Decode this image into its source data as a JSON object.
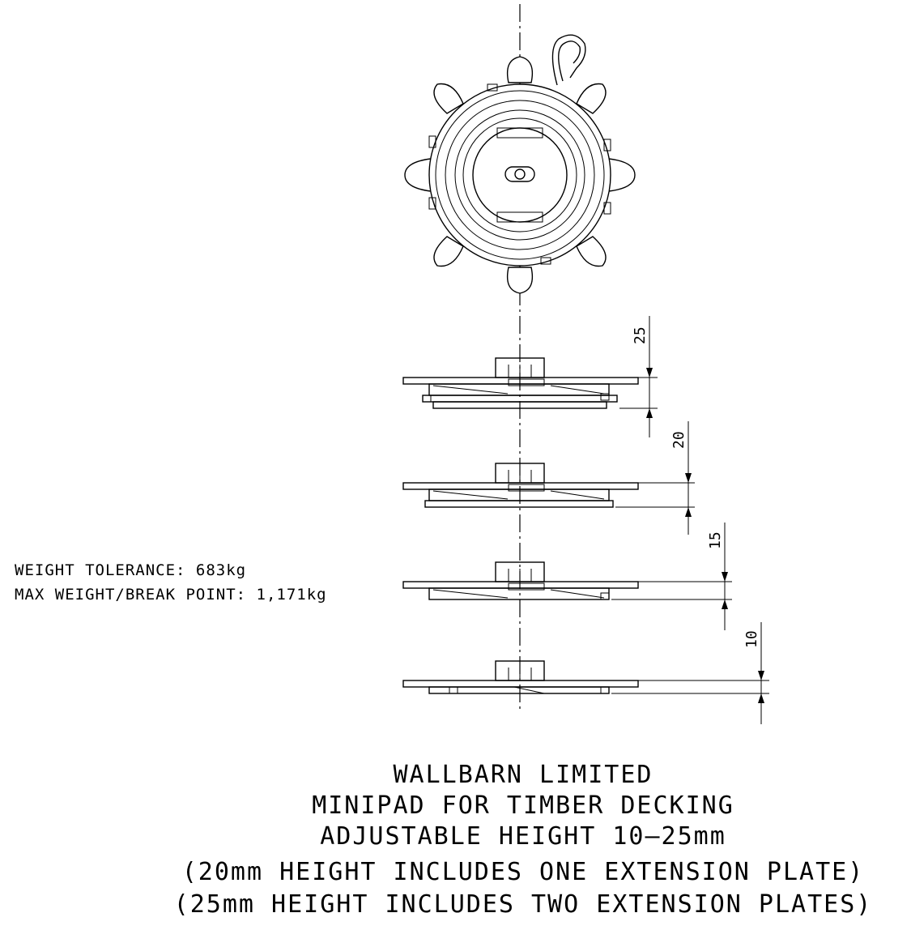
{
  "specs": {
    "weight_tolerance": "WEIGHT TOLERANCE: 683kg",
    "max_weight": "MAX WEIGHT/BREAK POINT: 1,171kg"
  },
  "dimensions": {
    "d25": "25",
    "d20": "20",
    "d15": "15",
    "d10": "10"
  },
  "title_block": {
    "company": "WALLBARN LIMITED",
    "product": "MINIPAD FOR TIMBER DECKING",
    "adjustable": "ADJUSTABLE HEIGHT 10–25mm",
    "note_20": "(20mm HEIGHT INCLUDES ONE EXTENSION PLATE)",
    "note_25": "(25mm HEIGHT INCLUDES TWO EXTENSION PLATES)"
  }
}
